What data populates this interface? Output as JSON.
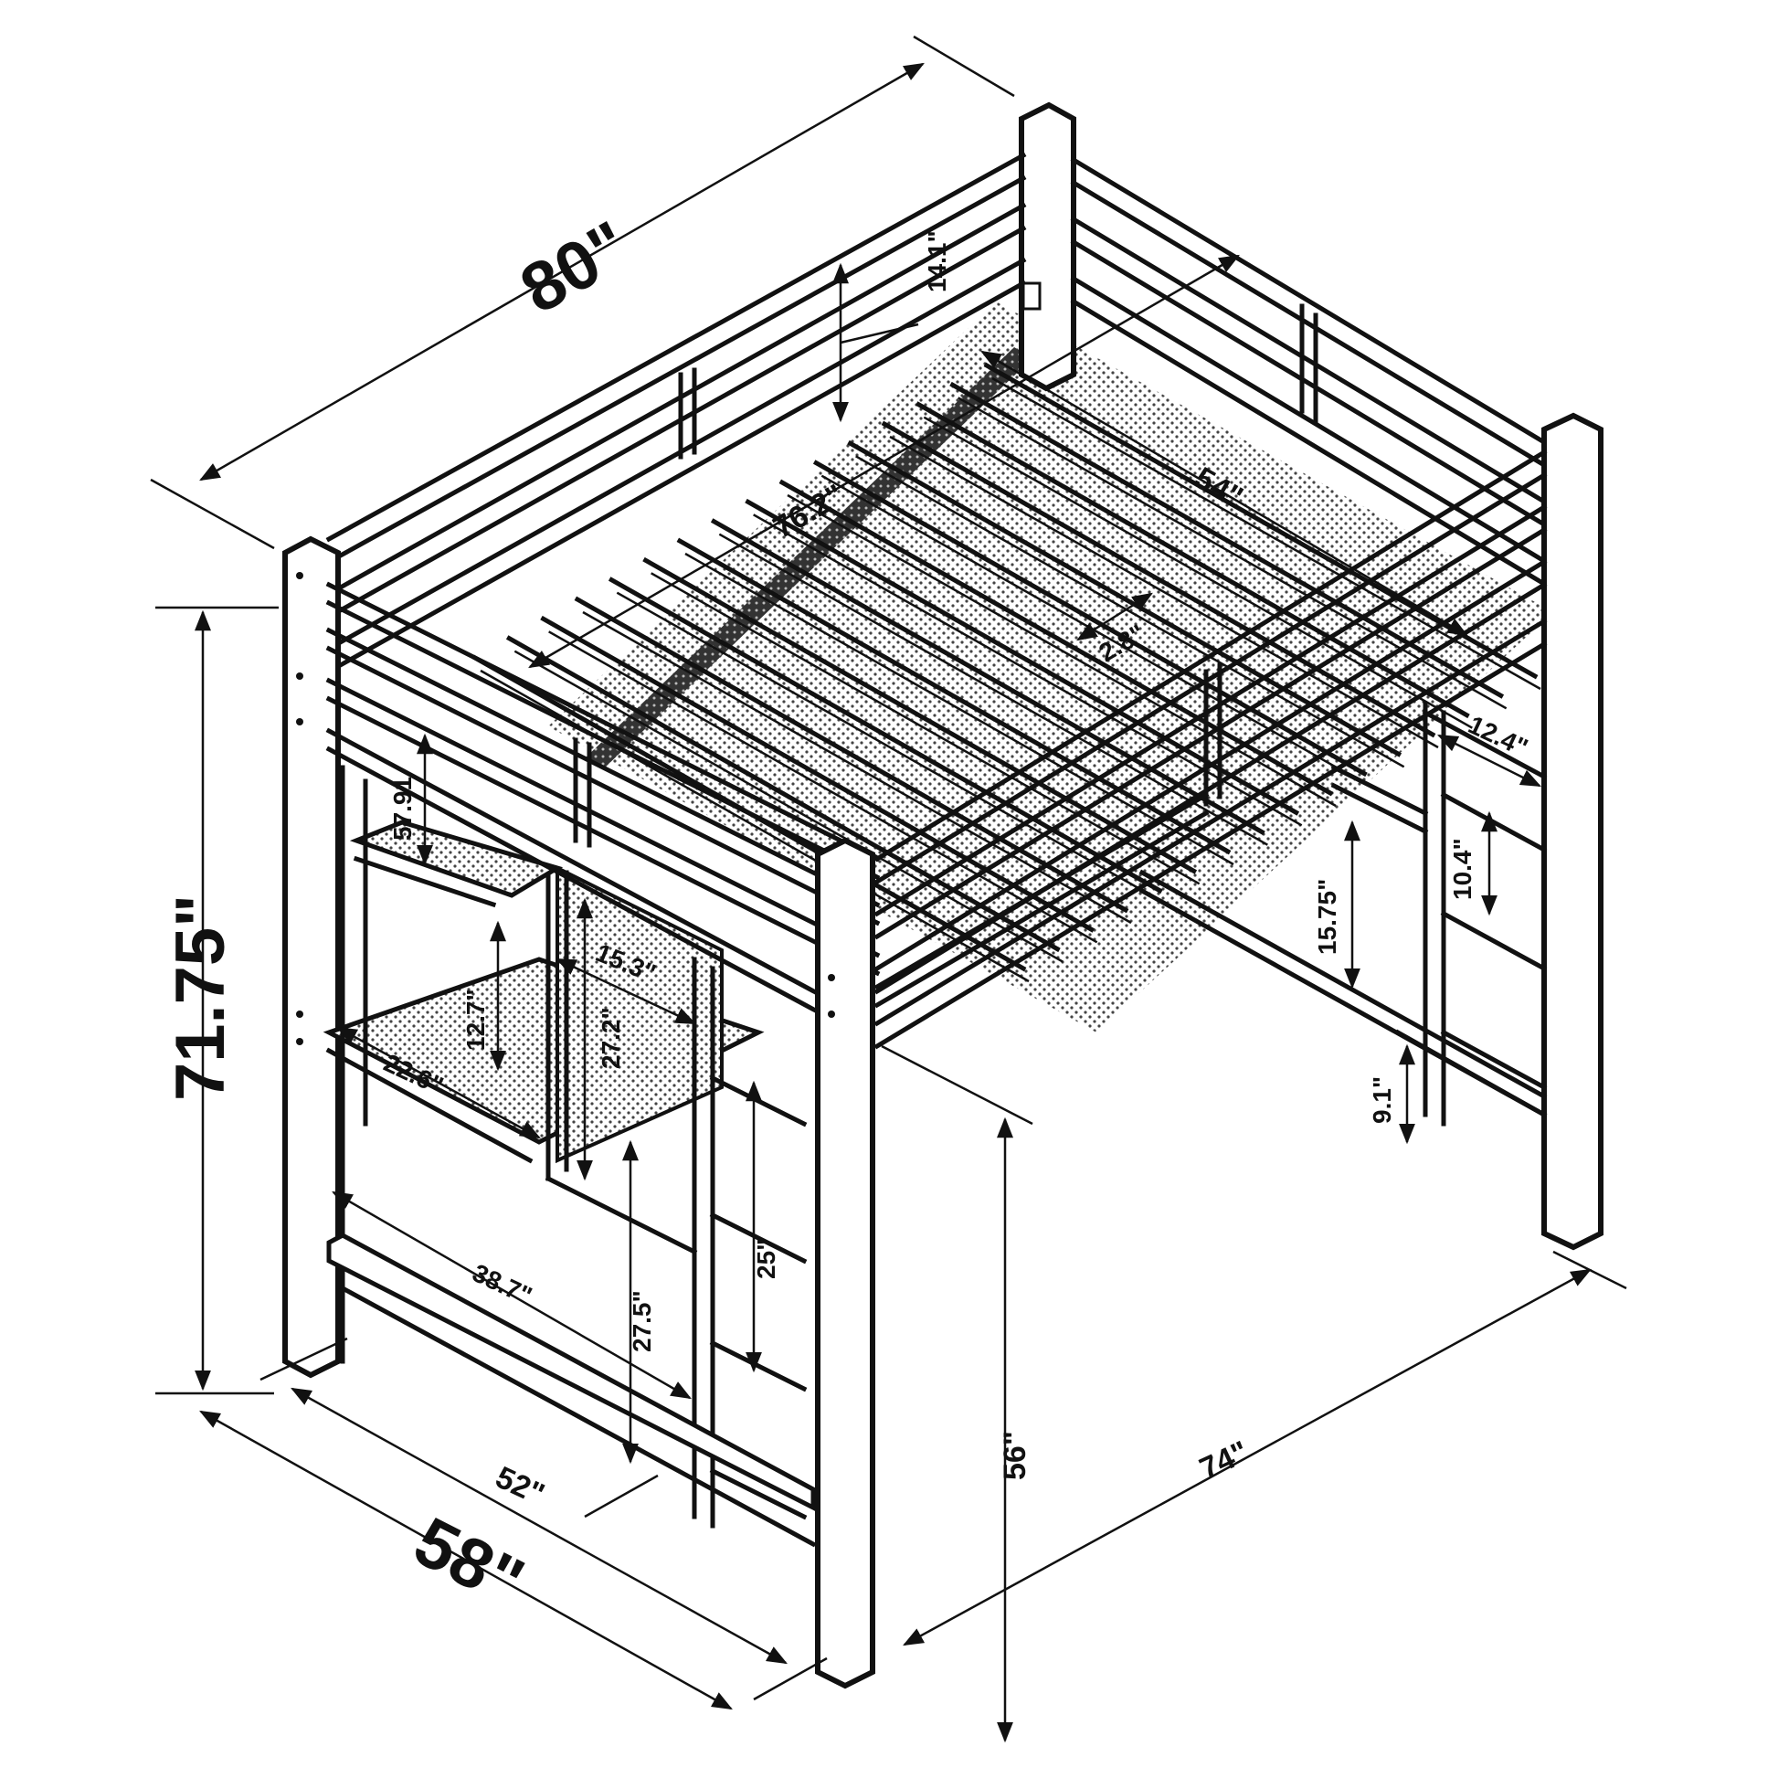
{
  "diagram": {
    "subject": "Full loft bed with desk and shelves",
    "line_color": "#111111",
    "background": "#ffffff",
    "dimensions": {
      "length": "80\"",
      "height": "71.75\"",
      "width": "58\"",
      "inner_width": "52\"",
      "floor_length": "74\"",
      "clearance": "56\"",
      "mattress_length": "76.2\"",
      "mattress_width": "54\"",
      "guardrail_height": "14.1\"",
      "slat_gap": "2.8\"",
      "ladder_depth": "12.4\"",
      "step_spacing": "10.4\"",
      "rail_gap": "15.75\"",
      "bottom_step": "9.1\"",
      "upper_shelf_height": "57.91",
      "shelf_depth": "15.3\"",
      "shelf_spacing": "12.7\"",
      "desk_depth": "22.6\"",
      "desk_clearance_upper": "27.2\"",
      "desk_width": "38.7\"",
      "desk_height": "27.5\"",
      "ladder_rung_height": "25\""
    }
  }
}
